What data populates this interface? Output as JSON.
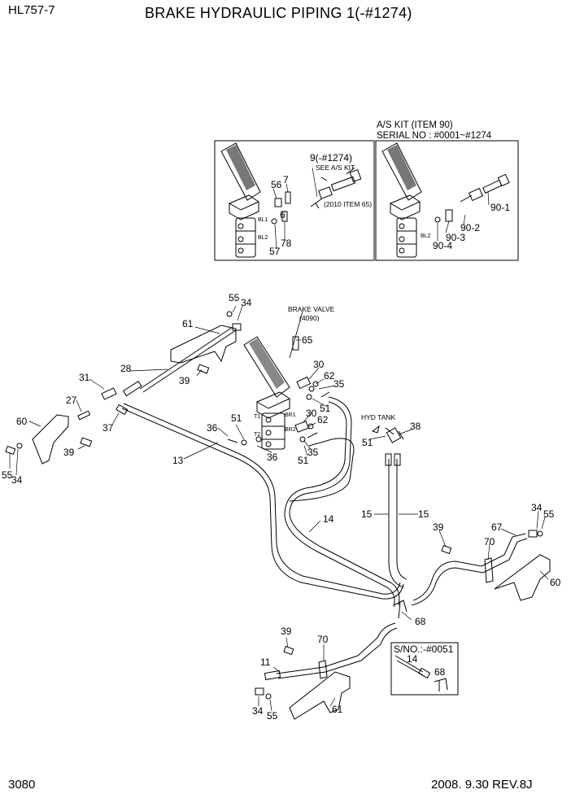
{
  "header": {
    "model": "HL757-7",
    "title": "BRAKE HYDRAULIC PIPING 1(-#1274)"
  },
  "footer": {
    "page_number": "3080",
    "revision": "2008. 9.30  REV.8J"
  },
  "kit_box": {
    "line1": "A/S KIT (ITEM 90)",
    "line2": "SERIAL NO : #0001~#1274"
  },
  "inset_left": {
    "note_item": "9(-#1274)",
    "note_see": "SEE A/S KIT",
    "note_ref": "(2010 ITEM 65)",
    "ports": [
      "BL1",
      "BL2"
    ],
    "callouts": [
      "56",
      "7",
      "6",
      "57",
      "78"
    ]
  },
  "inset_right": {
    "ports": [
      "BL2"
    ],
    "callouts": [
      "90-1",
      "90-2",
      "90-3",
      "90-4"
    ]
  },
  "brake_valve": {
    "label": "BRAKE VALVE",
    "ref": "(4090)",
    "ports": [
      "T1",
      "T2",
      "BR1",
      "BR2"
    ]
  },
  "hyd_tank": "HYD  TANK",
  "serial_inset": {
    "label": "S/NO.:-#0051",
    "callouts": [
      "14",
      "68"
    ]
  },
  "main_callouts": {
    "c55a": "55",
    "c34a": "34",
    "c61a": "61",
    "c65": "65",
    "c30a": "30",
    "c62a": "62",
    "c35a": "35",
    "c28": "28",
    "c39a": "39",
    "c31": "31",
    "c27": "27",
    "c60a": "60",
    "c37": "37",
    "c39b": "39",
    "c55b": "55",
    "c34b": "34",
    "c13": "13",
    "c36a": "36",
    "c51a": "51",
    "c51b": "51",
    "c30b": "30",
    "c62b": "62",
    "c35b": "35",
    "c36b": "36",
    "c51c": "51",
    "c51d": "51",
    "c38": "38",
    "c14": "14",
    "c15a": "15",
    "c15b": "15",
    "c34c": "34",
    "c55c": "55",
    "c39c": "39",
    "c67": "67",
    "c70a": "70",
    "c60b": "60",
    "c68": "68",
    "c39d": "39",
    "c70b": "70",
    "c11": "11",
    "c34d": "34",
    "c55d": "55",
    "c61b": "61"
  }
}
